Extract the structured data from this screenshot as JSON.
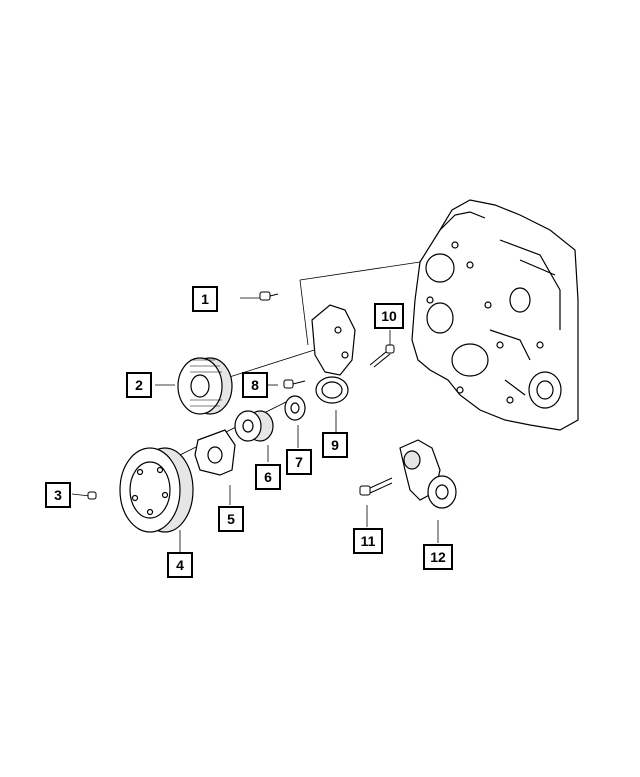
{
  "diagram": {
    "callouts": [
      {
        "id": "1",
        "label": "1"
      },
      {
        "id": "2",
        "label": "2"
      },
      {
        "id": "3",
        "label": "3"
      },
      {
        "id": "4",
        "label": "4"
      },
      {
        "id": "5",
        "label": "5"
      },
      {
        "id": "6",
        "label": "6"
      },
      {
        "id": "7",
        "label": "7"
      },
      {
        "id": "8",
        "label": "8"
      },
      {
        "id": "9",
        "label": "9"
      },
      {
        "id": "10",
        "label": "10"
      },
      {
        "id": "11",
        "label": "11"
      },
      {
        "id": "12",
        "label": "12"
      }
    ],
    "colors": {
      "line": "#000000",
      "fill": "#ffffff",
      "shade": "#e6e6e6"
    }
  }
}
